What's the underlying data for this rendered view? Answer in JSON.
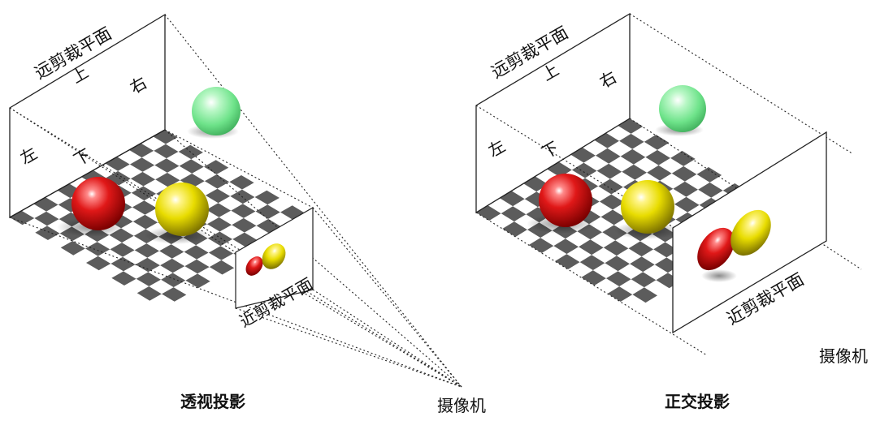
{
  "perspective": {
    "far_plane": "远剪裁平面",
    "near_plane": "近剪裁平面",
    "up": "上",
    "down": "下",
    "left": "左",
    "right": "右",
    "camera": "摄像机",
    "caption": "透视投影"
  },
  "orthographic": {
    "far_plane": "远剪裁平面",
    "near_plane": "近剪裁平面",
    "up": "上",
    "down": "下",
    "left": "左",
    "right": "右",
    "camera": "摄像机",
    "caption": "正交投影"
  },
  "colors": {
    "red_sphere": "#d81414",
    "yellow_sphere": "#e6d800",
    "green_sphere": "#6ee38a",
    "checker_dark": "#5c5c5c",
    "checker_light": "#ffffff",
    "line": "#222222"
  }
}
